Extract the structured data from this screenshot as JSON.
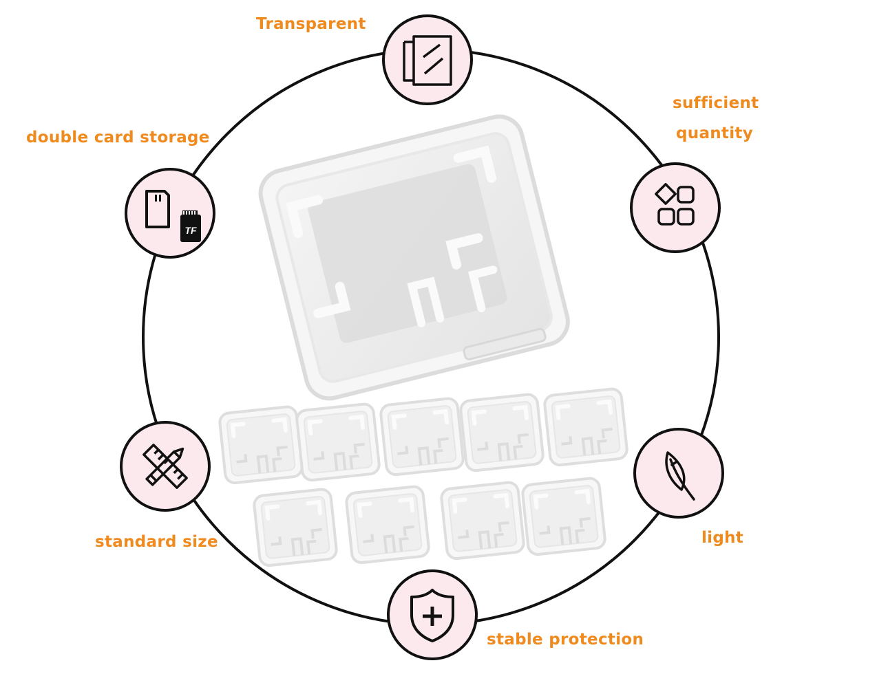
{
  "features": {
    "transparent": "Transparent",
    "sufficient_line1": "sufficient",
    "sufficient_line2": "quantity",
    "double_card": "double card storage",
    "standard_size": "standard size",
    "light": "light",
    "stable_protection": "stable protection",
    "tf_label": "TF"
  },
  "icons": {
    "transparent": "transparent-sheets-icon",
    "quantity": "shapes-grid-icon",
    "double_card": "sd-tf-card-icon",
    "standard_size": "ruler-pencil-icon",
    "light": "feather-icon",
    "stable_protection": "shield-plus-icon"
  },
  "colors": {
    "label": "#ef8a1f",
    "badge_fill": "#fbe9ee",
    "outline": "#111111"
  },
  "products": {
    "large_case_count": 1,
    "small_case_count": 9
  }
}
